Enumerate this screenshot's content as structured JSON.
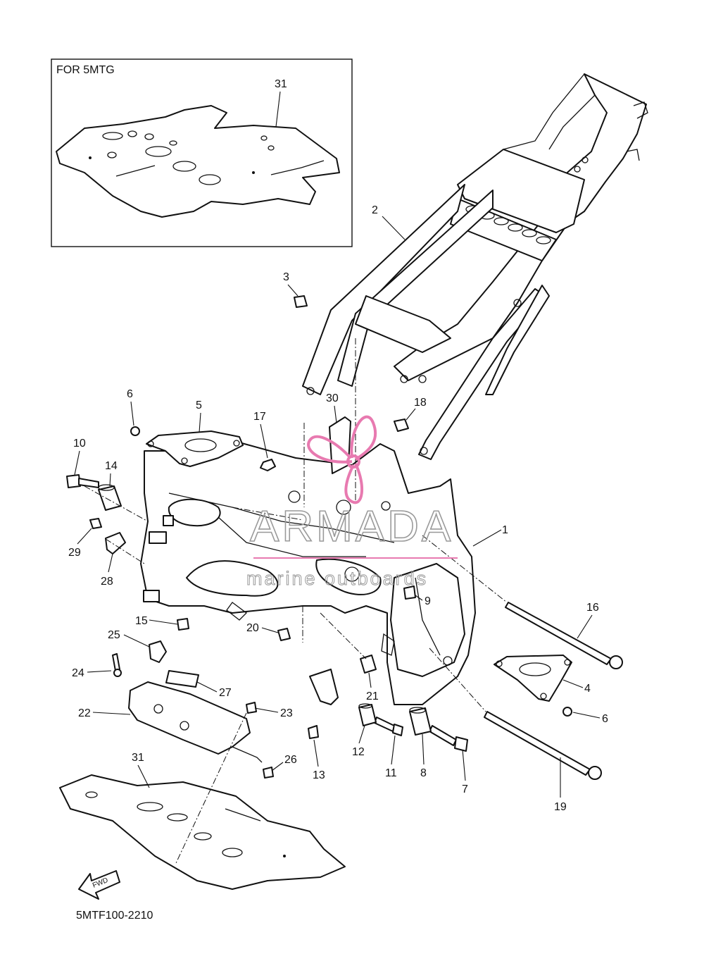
{
  "inset": {
    "title": "FOR 5MTG",
    "part_number": "31"
  },
  "diagram_code": "5MTF100-2210",
  "fwd_label": "FWD",
  "watermark": {
    "brand": "ARMADA",
    "tagline": "marine outboards",
    "color": "#e87ab0"
  },
  "callouts": [
    "1",
    "2",
    "3",
    "4",
    "5",
    "6",
    "6",
    "7",
    "8",
    "9",
    "10",
    "11",
    "12",
    "13",
    "14",
    "15",
    "16",
    "17",
    "18",
    "19",
    "20",
    "21",
    "22",
    "23",
    "24",
    "25",
    "26",
    "27",
    "28",
    "29",
    "30",
    "31"
  ]
}
